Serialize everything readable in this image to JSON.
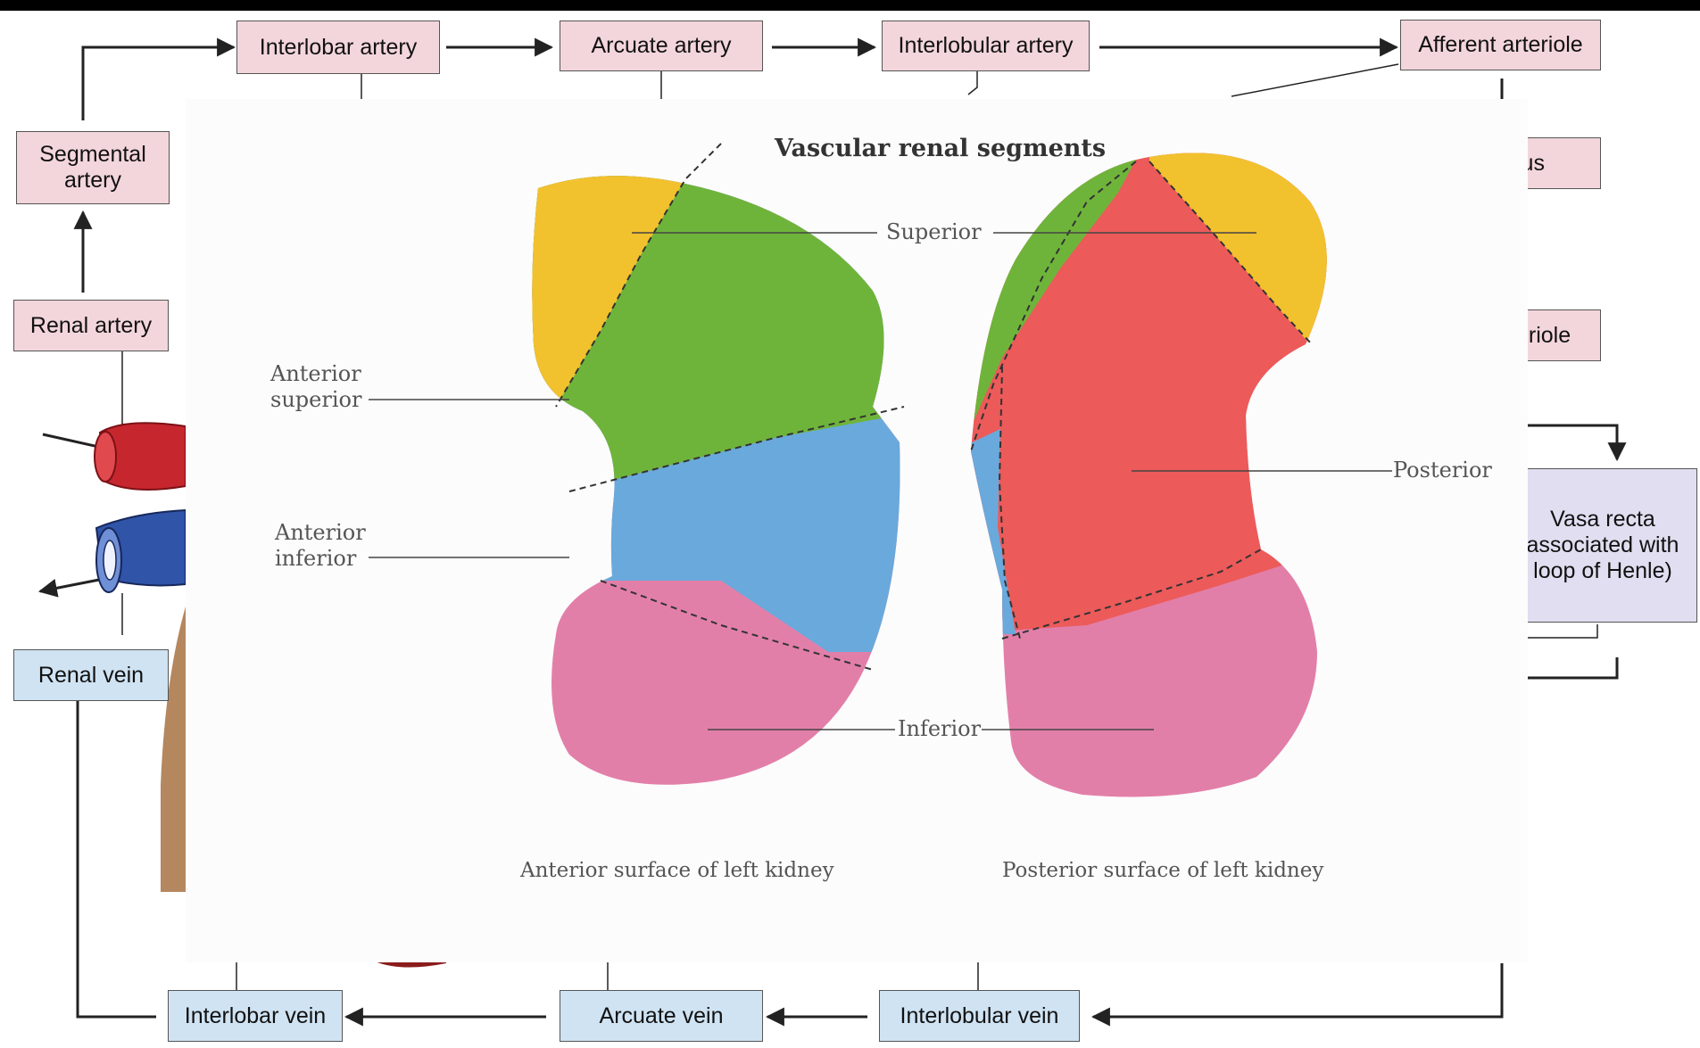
{
  "flowchart": {
    "arterial": {
      "interlobar_artery": "Interlobar artery",
      "arcuate_artery": "Arcuate artery",
      "interlobular_artery": "Interlobular artery",
      "afferent_arteriole": "Afferent arteriole",
      "segmental_artery": "Segmental artery",
      "renal_artery": "Renal artery",
      "glomerulus_partial": "lus",
      "efferent_arteriole_partial": "eriole"
    },
    "venous": {
      "renal_vein": "Renal vein",
      "interlobar_vein": "Interlobar vein",
      "arcuate_vein": "Arcuate vein",
      "interlobular_vein": "Interlobular vein"
    },
    "vasa_recta": "Vasa recta associated with loop of Henle)"
  },
  "overlay": {
    "title": "Vascular renal segments",
    "labels": {
      "superior": "Superior",
      "anterior_superior": "Anterior superior",
      "anterior_inferior": "Anterior inferior",
      "posterior": "Posterior",
      "inferior": "Inferior"
    },
    "captions": {
      "anterior": "Anterior surface of left kidney",
      "posterior": "Posterior surface of left kidney"
    }
  },
  "colors": {
    "artery_box": "#f3d6dc",
    "vein_box": "#cfe3f3",
    "vasa_recta_box": "#e0def0",
    "segment_superior": "#f2c12e",
    "segment_anterior_superior": "#6fb43a",
    "segment_anterior_inferior": "#6aa9dc",
    "segment_posterior": "#ec5a5a",
    "segment_inferior": "#e27fa9"
  }
}
